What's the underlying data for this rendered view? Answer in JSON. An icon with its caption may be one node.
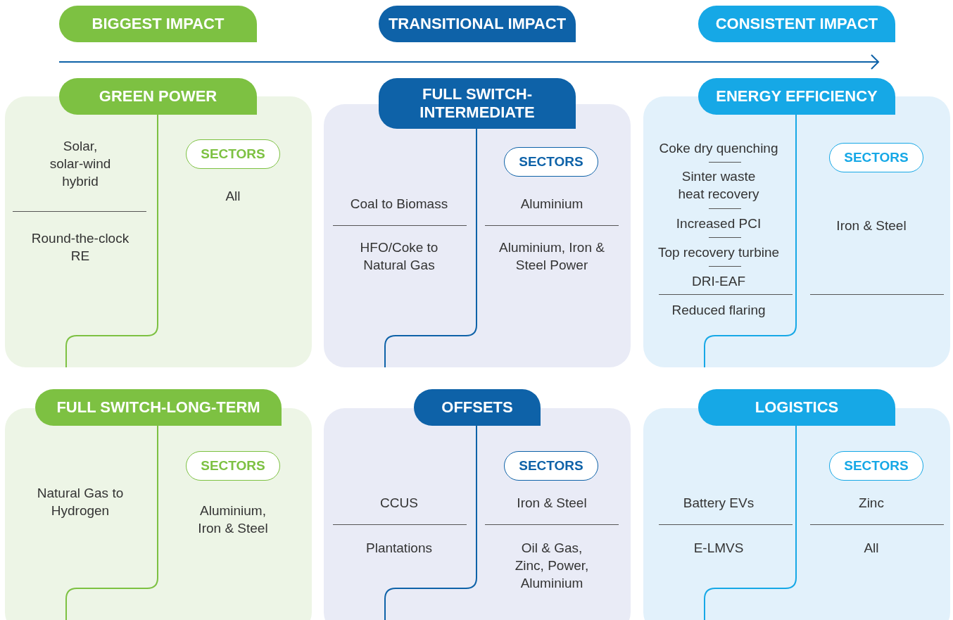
{
  "diagram": {
    "nodes": [
      {
        "text": [
          "BIGGEST IMPACT"
        ]
      },
      {
        "text": [
          "TRANSITIONAL IMPACT"
        ]
      },
      {
        "text": [
          "CONSISTENT IMPACT"
        ]
      },
      {
        "text": [
          "GREEN POWER"
        ]
      },
      {
        "text": [
          "Solar, solar-wind hybrid",
          "Round-the-clock RE",
          "All"
        ]
      },
      {
        "text": [
          "SECTORS"
        ],
        "in": 4
      },
      {
        "text": [
          "FULL SWITCH-INTERMEDIATE"
        ]
      },
      {
        "text": [
          "Coal to Biomass",
          "HFO/Coke to Natural Gas",
          "Aluminium",
          "Aluminium, Iron & Steel Power"
        ]
      },
      {
        "text": [
          "SECTORS"
        ],
        "in": 7
      },
      {
        "text": [
          "ENERGY EFFICIENCY"
        ]
      },
      {
        "text": [
          "Coke dry quenching",
          "Sinter waste heat recovery",
          "Increased PCI",
          "Top recovery turbine",
          "DRI-EAF",
          "Reduced flaring",
          "Iron & Steel"
        ]
      },
      {
        "text": [
          "SECTORS"
        ],
        "in": 10
      },
      {
        "text": [
          "FULL SWITCH-LONG-TERM"
        ]
      },
      {
        "text": [
          "Natural Gas to Hydrogen",
          "Aluminium, Iron & Steel"
        ]
      },
      {
        "text": [
          "SECTORS"
        ],
        "in": 13
      },
      {
        "text": [
          "OFFSETS"
        ]
      },
      {
        "text": [
          "CCUS",
          "Plantations",
          "Iron & Steel",
          "Oil & Gas, Zinc, Power, Aluminium"
        ]
      },
      {
        "text": [
          "SECTORS"
        ],
        "in": 16
      },
      {
        "text": [
          "LOGISTICS"
        ]
      },
      {
        "text": [
          "Battery EVs",
          "E-LMVS",
          "Zinc",
          "All"
        ]
      },
      {
        "text": [
          "SECTORS"
        ],
        "in": 19
      }
    ],
    "edges": []
  }
}
